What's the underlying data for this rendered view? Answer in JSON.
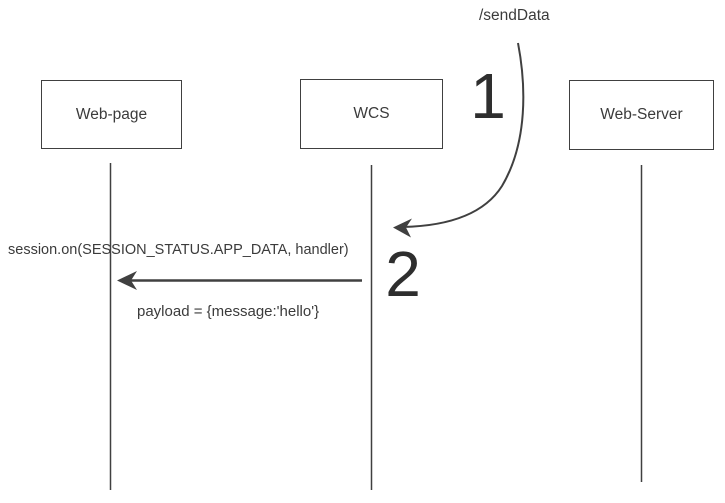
{
  "diagram": {
    "type": "sequence-diagram",
    "actors": [
      {
        "id": "web-page",
        "label": "Web-page"
      },
      {
        "id": "wcs",
        "label": "WCS"
      },
      {
        "id": "web-server",
        "label": "Web-Server"
      }
    ],
    "messages": [
      {
        "step": "1",
        "endpoint": "/sendData",
        "to": "WCS",
        "style": "curved-arrow"
      },
      {
        "step": "2",
        "from": "WCS",
        "to": "Web-page",
        "code": "session.on(SESSION_STATUS.APP_DATA, handler)",
        "payload": "payload = {message:'hello'}",
        "style": "straight-arrow-left"
      }
    ],
    "colors": {
      "background": "#ffffff",
      "line": "#404040",
      "text": "#3b3b3b",
      "step_number": "#2e2e2e"
    }
  }
}
